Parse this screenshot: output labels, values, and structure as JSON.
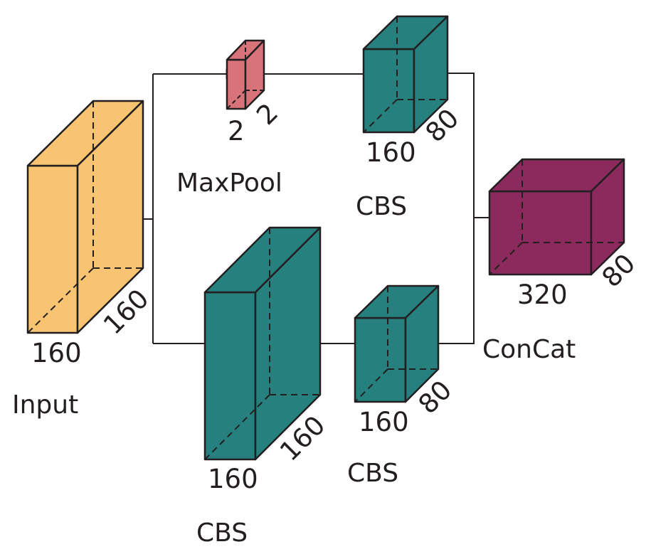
{
  "colors": {
    "input": "#F8C471",
    "maxpool": "#D9737A",
    "cbs": "#25807E",
    "concat": "#8C2A5E",
    "stroke": "#231F20"
  },
  "blocks": {
    "input": {
      "name": "Input",
      "width_label": "160",
      "depth_label": "160"
    },
    "maxpool": {
      "name": "MaxPool",
      "width_label": "2",
      "depth_label": "2"
    },
    "cbs_top": {
      "name": "CBS",
      "width_label": "160",
      "depth_label": "80"
    },
    "cbs_big": {
      "name": "CBS",
      "width_label": "160",
      "depth_label": "160"
    },
    "cbs_mid": {
      "name": "CBS",
      "width_label": "160",
      "depth_label": "80"
    },
    "concat": {
      "name": "ConCat",
      "width_label": "320",
      "depth_label": "80"
    }
  }
}
